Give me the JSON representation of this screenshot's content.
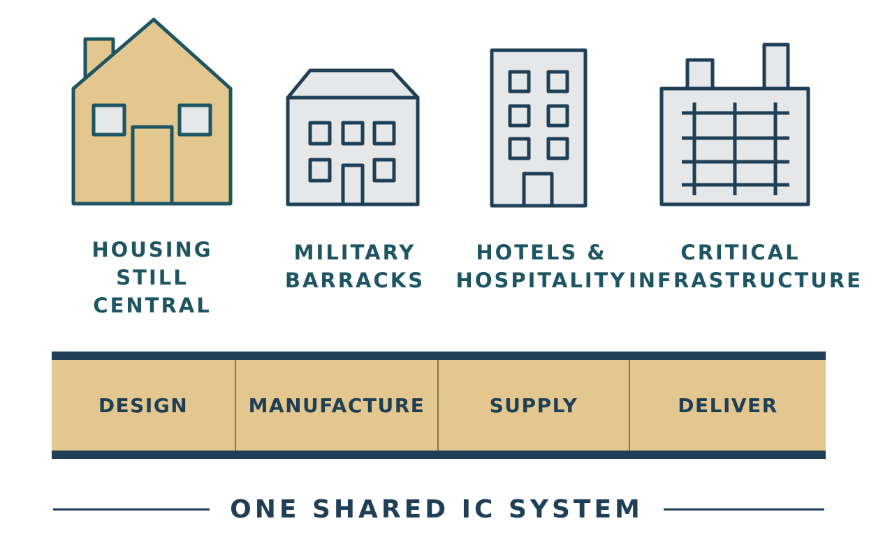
{
  "colors": {
    "navy": "#1e3f56",
    "teal_text": "#1e5562",
    "tan": "#e4c78f",
    "grey_fill": "#e6e7e8"
  },
  "sectors": [
    {
      "icon": "house-icon",
      "lines": [
        "HOUSING",
        "STILL",
        "CENTRAL"
      ]
    },
    {
      "icon": "barracks-icon",
      "lines": [
        "MILITARY",
        "BARRACKS"
      ]
    },
    {
      "icon": "hotel-icon",
      "lines": [
        "HOTELS &",
        "HOSPITALITY"
      ]
    },
    {
      "icon": "infrastructure-icon",
      "lines": [
        "CRITICAL",
        "INFRASTRUCTURE"
      ]
    }
  ],
  "process_steps": [
    "DESIGN",
    "MANUFACTURE",
    "SUPPLY",
    "DELIVER"
  ],
  "footer": {
    "title": "ONE SHARED IC SYSTEM"
  }
}
